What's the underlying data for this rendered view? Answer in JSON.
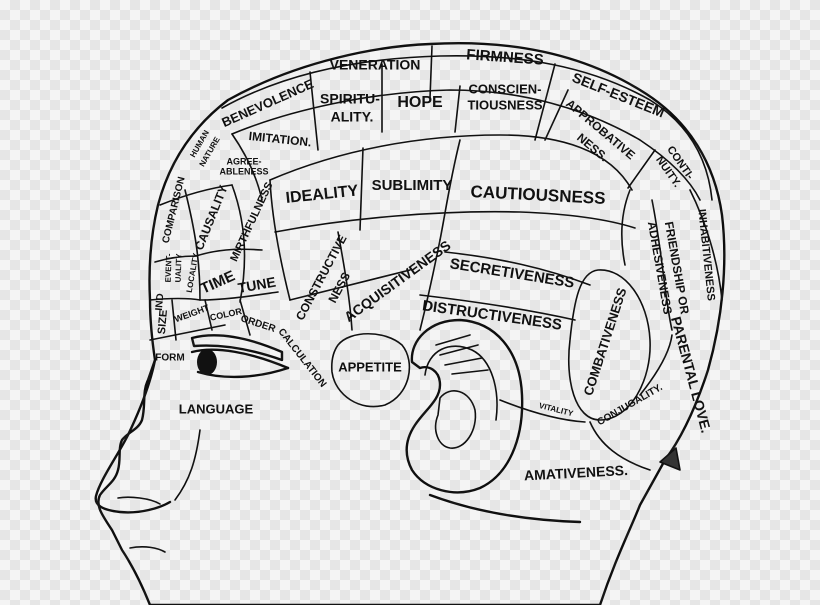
{
  "faculties": {
    "firmness": "FIRMNESS",
    "veneration": "VENERATION",
    "benevolence": "BENEVOLENCE",
    "self_esteem": "SELF-ESTEEM",
    "spirituality_1": "SPIRITU-",
    "spirituality_2": "ALITY.",
    "hope": "HOPE",
    "conscientiousness_1": "CONSCIEN-",
    "conscientiousness_2": "TIOUSNESS",
    "approbativeness_1": "APPROBATIVE",
    "approbativeness_2": "NESS.",
    "continuity_1": "CONTI-",
    "continuity_2": "NUITY.",
    "human_nature_1": "HUMAN",
    "human_nature_2": "NATURE",
    "imitation": "IMITATION.",
    "agreeableness_1": "AGREE-",
    "agreeableness_2": "ABLENESS",
    "comparison": "COMPARISON",
    "causality": "CAUSALITY",
    "mirthfulness": "MIRTHFULNESS",
    "ideality": "IDEALITY",
    "sublimity": "SUBLIMITY",
    "cautiousness": "CAUTIOUSNESS",
    "inhabitiveness": "INHABITIVENESS",
    "friendship_1": "FRIENDSHIP OR",
    "friendship_2": "ADHESIVENESS",
    "eventuality_1": "EVENT-",
    "eventuality_2": "UALITY",
    "locality": "LOCALITY",
    "time": "TIME",
    "tune": "TUNE",
    "constructiveness_1": "CONSTRUCTIVE",
    "constructiveness_2": "NESS",
    "acquisitiveness": "ACQUISITIVENESS",
    "secretiveness": "SECRETIVENESS",
    "destructiveness": "DISTRUCTIVENESS",
    "combativeness": "COMBATIVENESS",
    "parental_love": "PARENTAL LOVE.",
    "individuality": "IND",
    "size": "SIZE",
    "weight": "WEIGHT",
    "color": "COLOR",
    "order": "ORDER",
    "calculation": "CALCULATION",
    "form": "FORM",
    "language": "LANGUAGE",
    "appetite": "APPETITE",
    "vitality": "VITALITY",
    "conjugality": "CONJUGALITY.",
    "amativeness": "AMATIVENESS."
  }
}
